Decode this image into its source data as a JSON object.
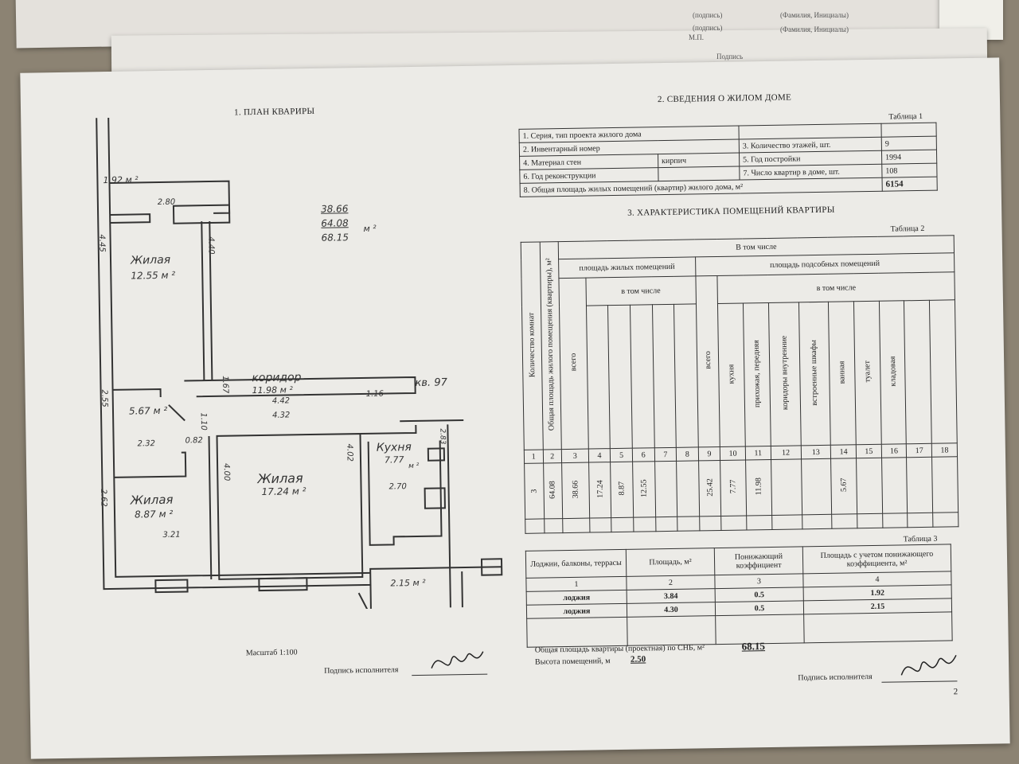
{
  "background_doc": {
    "line1": "(подпись)",
    "line1_name": "(Фамилия, Инициалы)",
    "line2": "(подпись)",
    "line2_name": "(Фамилия, Инициалы)",
    "mp": "М.П.",
    "sign": "Подпись"
  },
  "plan": {
    "title": "1. ПЛАН КВАРИРЫ",
    "scale": "Масштаб 1:100",
    "signature_label": "Подпись исполнителя",
    "areas": {
      "living": "38.66",
      "total": "64.08",
      "total_with_loggia": "68.15",
      "unit": "м ²"
    },
    "labels": {
      "loggia1": "1.92 м ²",
      "dim_280": "2.80",
      "dim_445": "4.45",
      "dim_440": "4.40",
      "room1_name": "Жилая",
      "room1_area": "12.55 м ²",
      "corridor_name": "коридор",
      "corridor_area": "11.98 м ²",
      "dim_442": "4.42",
      "dim_432": "4.32",
      "dim_167": "1.67",
      "dim_116": "1.16",
      "apt": "кв. 97",
      "bath_area": "5.67 м ²",
      "dim_255": "2.55",
      "dim_110": "1.10",
      "dim_232": "2.32",
      "dim_082": "0.82",
      "room2_name": "Жилая",
      "room2_area": "17.24 м ²",
      "dim_400": "4.00",
      "dim_402": "4.02",
      "kitchen_name": "Кухня",
      "kitchen_area": "7.77",
      "kitchen_unit": "м ²",
      "dim_283": "2.83",
      "dim_270": "2.70",
      "room3_name": "Жилая",
      "room3_area": "8.87 м ²",
      "dim_262": "2.62",
      "dim_321": "3.21",
      "loggia2": "2.15 м ²"
    }
  },
  "house": {
    "title": "2. СВЕДЕНИЯ О ЖИЛОМ ДОМЕ",
    "table_label": "Таблица 1",
    "rows": {
      "r1": "1. Серия, тип проекта жилого дома",
      "r2": "2. Инвентарный номер",
      "r3": "3. Количество этажей, шт.",
      "r3v": "9",
      "r4": "4. Материал стен",
      "r4v": "кирпич",
      "r5": "5. Год постройки",
      "r5v": "1994",
      "r6": "6. Год реконструкции",
      "r7": "7. Число квартир в доме, шт.",
      "r7v": "108",
      "r8": "8. Общая площадь жилых помещений (квартир) жилого дома, м²",
      "r8v": "6154"
    }
  },
  "rooms": {
    "title": "3. ХАРАКТЕРИСТИКА ПОМЕЩЕНИЙ КВАРТИРЫ",
    "table_label": "Таблица 2",
    "col_count": "Количество комнат",
    "col_total": "Общая площадь жилого помещения (квартиры), м²",
    "incl": "В том числе",
    "living": "площадь жилых помещений",
    "aux": "площадь подсобных помещений",
    "incl2": "в том числе",
    "incl3": "в том числе",
    "vsego1": "всего",
    "vsego2": "всего",
    "kitchen": "кухня",
    "hall": "прихожая, передняя",
    "corridors": "коридоры внутренние",
    "closets": "встроенные шкафы",
    "bath": "ванная",
    "wc": "туалет",
    "storage": "кладовая",
    "nums": [
      "1",
      "2",
      "3",
      "4",
      "5",
      "6",
      "7",
      "8",
      "9",
      "10",
      "11",
      "12",
      "13",
      "14",
      "15",
      "16",
      "17",
      "18"
    ],
    "values": [
      "3",
      "64.08",
      "38.66",
      "17.24",
      "8.87",
      "12.55",
      "",
      "",
      "25.42",
      "7.77",
      "11.98",
      "",
      "",
      "5.67",
      "",
      "",
      "",
      ""
    ]
  },
  "loggias": {
    "table_label": "Таблица 3",
    "h1": "Лоджии, балконы, террасы",
    "h2": "Площадь, м²",
    "h3": "Понижающий коэффициент",
    "h4": "Площадь с учетом понижающего коэффициента, м²",
    "n": [
      "1",
      "2",
      "3",
      "4"
    ],
    "rows": [
      {
        "name": "лоджия",
        "area": "3.84",
        "k": "0.5",
        "res": "1.92"
      },
      {
        "name": "лоджия",
        "area": "4.30",
        "k": "0.5",
        "res": "2.15"
      }
    ]
  },
  "summary": {
    "total_label": "Общая площадь квартиры (проектная) по СНБ, м²",
    "total_value": "68.15",
    "height_label": "Высота помещений, м",
    "height_value": "2.50",
    "signature_label": "Подпись исполнителя",
    "page_number": "2"
  }
}
